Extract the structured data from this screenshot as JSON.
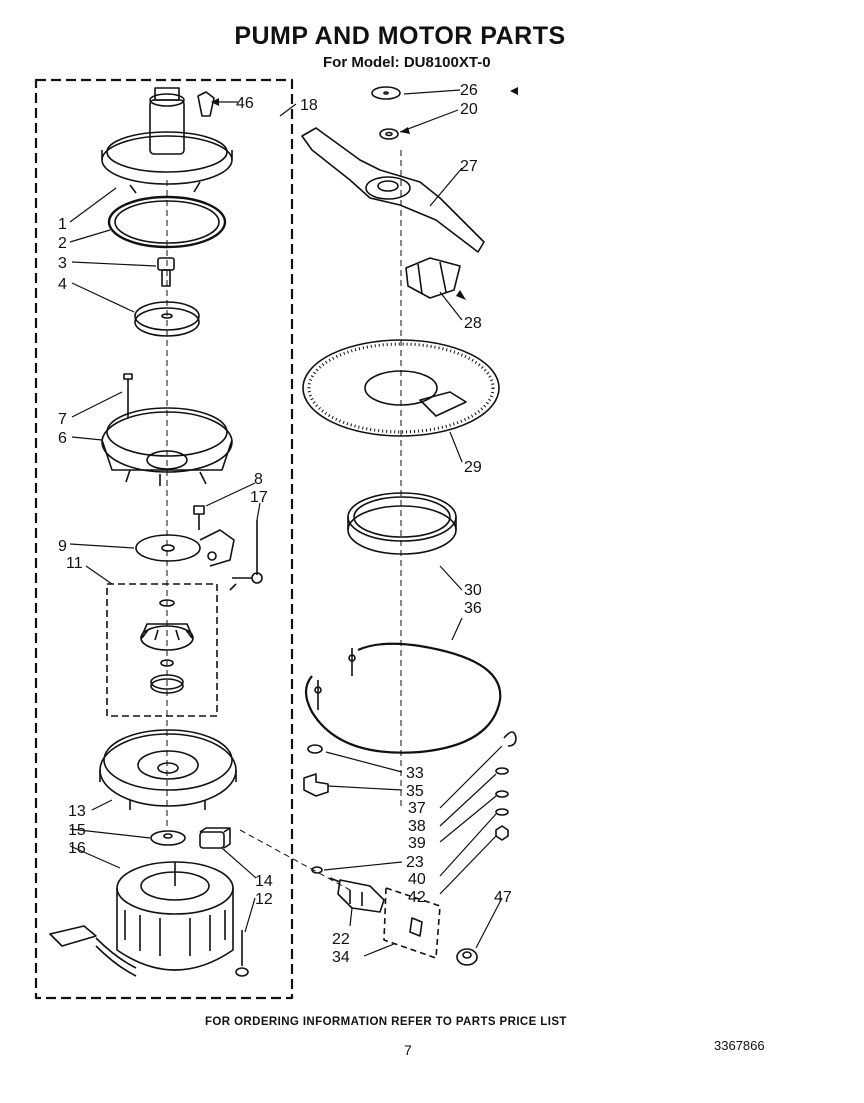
{
  "title": "PUMP AND MOTOR PARTS",
  "subtitle": "For Model: DU8100XT-0",
  "footer": {
    "ordering_note": "FOR ORDERING INFORMATION REFER TO PARTS PRICE LIST",
    "page_number": "7",
    "document_number": "3367866"
  },
  "callouts": {
    "c1": "1",
    "c2": "2",
    "c3": "3",
    "c4": "4",
    "c6": "6",
    "c7": "7",
    "c8": "8",
    "c9": "9",
    "c11": "11",
    "c12": "12",
    "c13": "13",
    "c14": "14",
    "c15": "15",
    "c16": "16",
    "c17": "17",
    "c18": "18",
    "c20": "20",
    "c22": "22",
    "c23": "23",
    "c26": "26",
    "c27": "27",
    "c28": "28",
    "c29": "29",
    "c30": "30",
    "c33": "33",
    "c34": "34",
    "c35": "35",
    "c36": "36",
    "c37": "37",
    "c38": "38",
    "c39": "39",
    "c40": "40",
    "c42": "42",
    "c46": "46",
    "c47": "47"
  }
}
